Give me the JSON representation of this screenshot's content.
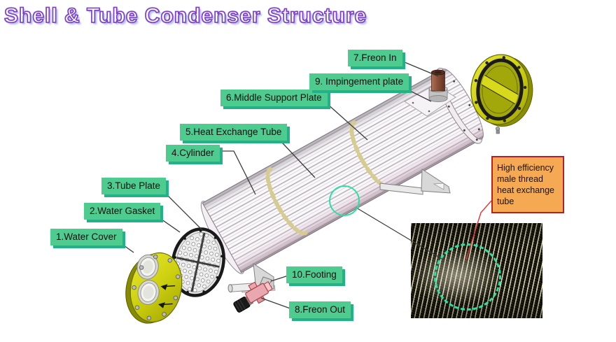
{
  "title": "Shell & Tube Condenser Structure",
  "parts": {
    "water_cover": "1.Water Cover",
    "water_gasket": "2.Water Gasket",
    "tube_plate": "3.Tube Plate",
    "cylinder": "4.Cylinder",
    "heat_exchange_tube": "5.Heat Exchange Tube",
    "middle_support_plate": "6.Middle Support Plate",
    "freon_in": "7.Freon In",
    "freon_out": "8.Freon Out",
    "impingement_plate": "9. Impingement plate",
    "footing": "10.Footing"
  },
  "callout": {
    "text": "High efficiency male thread heat exchange tube"
  },
  "colors": {
    "label_bg": "#4ecb8f",
    "label_shadow": "#23b187",
    "callout_bg": "#f5a952",
    "callout_border": "#b42025",
    "highlight": "#2de0a0",
    "title_stroke": "#7d3bc8",
    "title_halo": "#b9c0ec"
  }
}
